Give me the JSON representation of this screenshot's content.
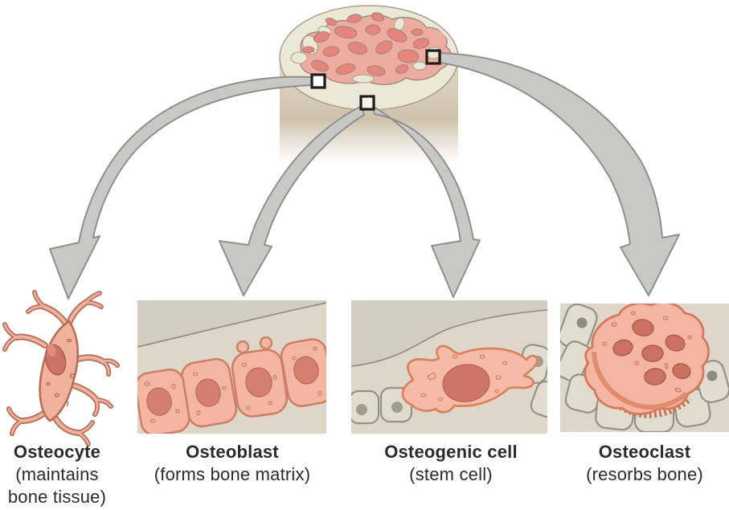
{
  "diagram": {
    "subject": "bone cell types",
    "cells": [
      {
        "name": "Osteocyte",
        "description": "(maintains bone tissue)"
      },
      {
        "name": "Osteoblast",
        "description": "(forms bone matrix)"
      },
      {
        "name": "Osteogenic cell",
        "description": "(stem cell)"
      },
      {
        "name": "Osteoclast",
        "description": "(resorbs bone)"
      }
    ],
    "colors": {
      "background": "#ffffff",
      "panel_background": "#ded7c9",
      "bone_surface_shade": "#d3cdc1",
      "bone_face_cream": "#ede7d8",
      "marrow_pink": "#eeaca1",
      "marrow_blob_salmon": "#e6857c",
      "cell_salmon": "#f4b6a2",
      "cell_outline": "#cf7f66",
      "nucleus_salmon": "#cc7464",
      "gray_cell": "#e2dccf",
      "gray_cell_outline": "#969185",
      "arrow_fill": "#c8c8c6",
      "arrow_outline": "#8f8f8d",
      "marker_outline": "#1c1c1c",
      "label_text": "#2b2b2b"
    }
  }
}
